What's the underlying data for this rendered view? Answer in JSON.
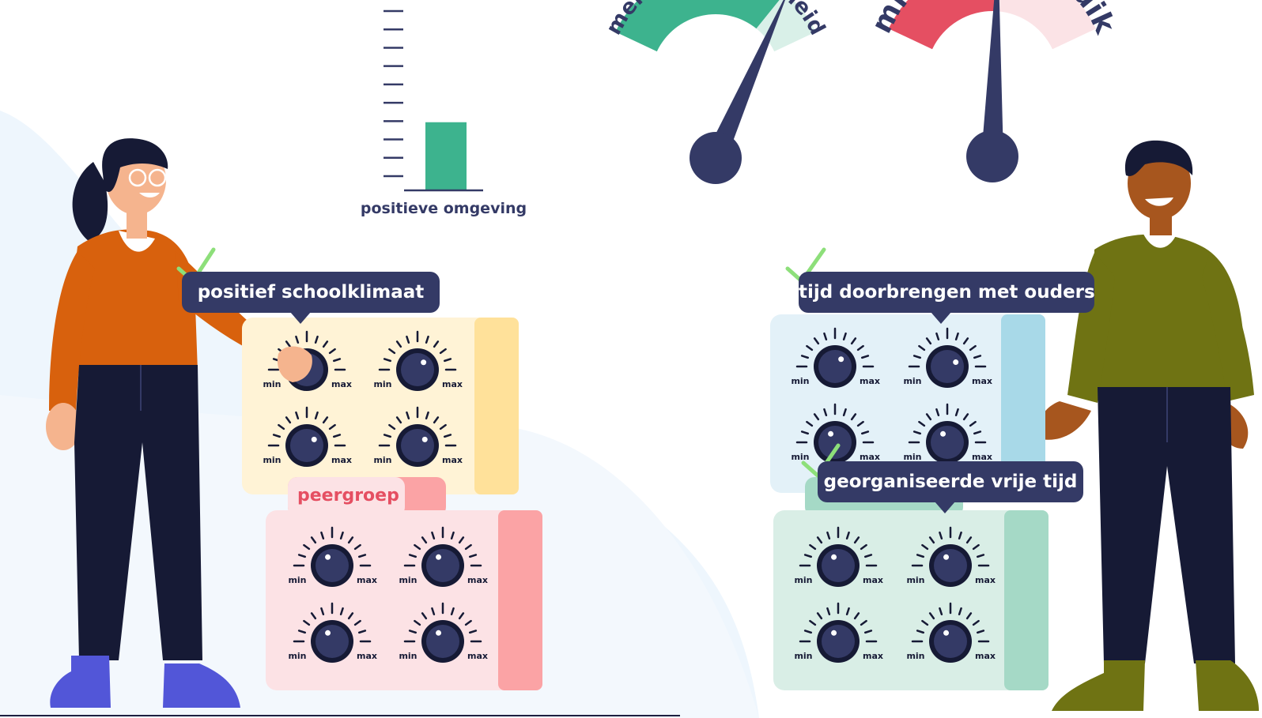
{
  "chart": {
    "label": "positieve omgeving",
    "value": 0.38,
    "tick_count": 10,
    "bar_color": "#3db38e"
  },
  "gauges": [
    {
      "title": "mentale gezondheid",
      "level": 0.8,
      "color": "#3db38e",
      "track": "#d9f0e8"
    },
    {
      "title": "middelengebruik",
      "level": 0.52,
      "color": "#e54f62",
      "track": "#fbe3e6"
    }
  ],
  "panels": [
    {
      "label": "positief schoolklimaat",
      "checked": true,
      "fill": "#fff3d6",
      "stripe": "#ffe19a",
      "knob_levels": [
        0.35,
        0.72,
        0.78,
        0.78
      ]
    },
    {
      "label": "peergroep",
      "checked": false,
      "fill": "#fce2e5",
      "stripe": "#fba3a5",
      "text_color": "#e54f62",
      "knob_levels": [
        0.35,
        0.35,
        0.35,
        0.35
      ]
    },
    {
      "label": "tijd doorbrengen met ouders",
      "checked": true,
      "fill": "#e3f1f8",
      "stripe": "#a8d9e8",
      "knob_levels": [
        0.72,
        0.85,
        0.35,
        0.35
      ]
    },
    {
      "label": "georganiseerde vrije tijd",
      "checked": true,
      "fill": "#d9eee6",
      "stripe": "#a5d9c6",
      "knob_levels": [
        0.35,
        0.35,
        0.35,
        0.35
      ]
    }
  ],
  "knob": {
    "min_label": "min",
    "max_label": "max"
  },
  "colors": {
    "navy": "#343a66",
    "check": "#8ddf7a",
    "woman_sweater": "#d8610d",
    "man_sweater": "#6f7313",
    "pants": "#161a35",
    "woman_shoes": "#5256d8",
    "man_shoes": "#6f7313"
  }
}
